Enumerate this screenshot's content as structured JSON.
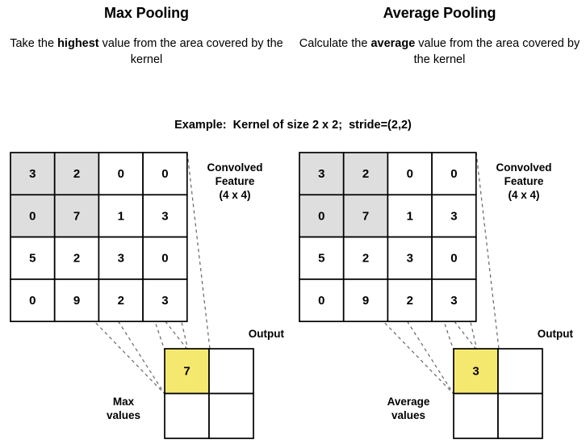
{
  "figure": {
    "example_line": "Example:  Kernel of size 2 x 2;  stride=(2,2)"
  },
  "panels": [
    {
      "id": "max-pooling",
      "title": "Max Pooling",
      "desc_prefix": "Take the ",
      "desc_bold": "highest",
      "desc_suffix": " value from the area covered by the kernel",
      "grid_label_line1": "Convolved",
      "grid_label_line2": "Feature",
      "grid_label_line3": "(4 x 4)",
      "output_label": "Output",
      "values_label_line1": "Max",
      "values_label_line2": "values",
      "grid": [
        [
          "3",
          "2",
          "0",
          "0"
        ],
        [
          "0",
          "7",
          "1",
          "3"
        ],
        [
          "5",
          "2",
          "3",
          "0"
        ],
        [
          "0",
          "9",
          "2",
          "3"
        ]
      ],
      "shaded_cells": [
        [
          0,
          0
        ],
        [
          0,
          1
        ],
        [
          1,
          0
        ],
        [
          1,
          1
        ]
      ],
      "output": [
        [
          "7",
          ""
        ],
        [
          "",
          ""
        ]
      ],
      "output_highlight_cell": [
        0,
        0
      ]
    },
    {
      "id": "average-pooling",
      "title": "Average Pooling",
      "desc_prefix": "Calculate the ",
      "desc_bold": "average",
      "desc_suffix": " value from the area covered by the kernel",
      "grid_label_line1": "Convolved",
      "grid_label_line2": "Feature",
      "grid_label_line3": "(4 x 4)",
      "output_label": "Output",
      "values_label_line1": "Average",
      "values_label_line2": "values",
      "grid": [
        [
          "3",
          "2",
          "0",
          "0"
        ],
        [
          "0",
          "7",
          "1",
          "3"
        ],
        [
          "5",
          "2",
          "3",
          "0"
        ],
        [
          "0",
          "9",
          "2",
          "3"
        ]
      ],
      "shaded_cells": [
        [
          0,
          0
        ],
        [
          0,
          1
        ],
        [
          1,
          0
        ],
        [
          1,
          1
        ]
      ],
      "output": [
        [
          "3",
          ""
        ],
        [
          "",
          ""
        ]
      ],
      "output_highlight_cell": [
        0,
        0
      ]
    }
  ],
  "colors": {
    "highlight": "#f5e86e",
    "shaded": "#dedede",
    "stroke": "#000000",
    "dash": "#6b6b6b"
  }
}
